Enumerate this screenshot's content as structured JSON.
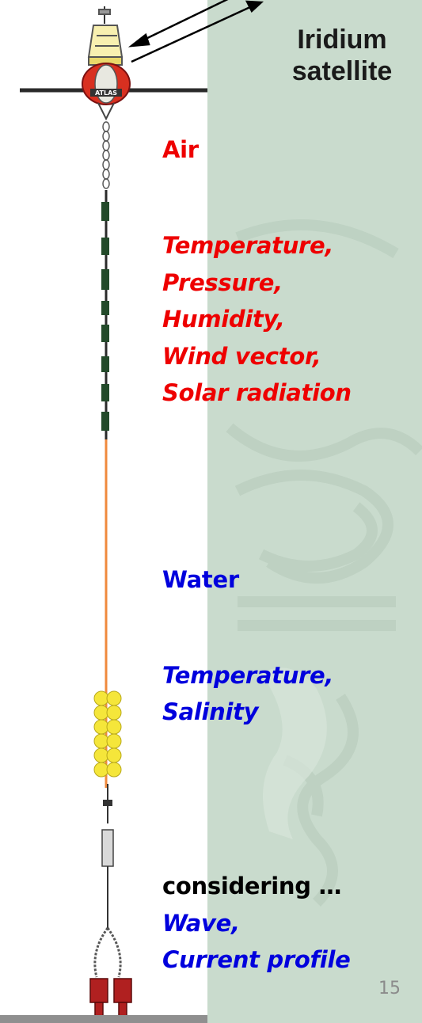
{
  "satellite_label": {
    "line1": "Iridium",
    "line2": "satellite"
  },
  "buoy_label": "ATLAS",
  "air": {
    "heading": "Air",
    "items": [
      "Temperature,",
      "Pressure,",
      "Humidity,",
      "Wind vector,",
      "Solar radiation"
    ]
  },
  "water": {
    "heading": "Water",
    "items": [
      "Temperature,",
      "Salinity"
    ]
  },
  "considering": {
    "heading": "considering …",
    "items": [
      "Wave,",
      "Current profile"
    ]
  },
  "page_number": "15",
  "colors": {
    "background": "#c9dbcd",
    "air_text": "#ee0000",
    "water_text": "#0000dd",
    "considering_text": "#000000",
    "mooring_line": "#f08a3c",
    "float_yellow": "#f5e63a",
    "anchor_red": "#b02020"
  }
}
